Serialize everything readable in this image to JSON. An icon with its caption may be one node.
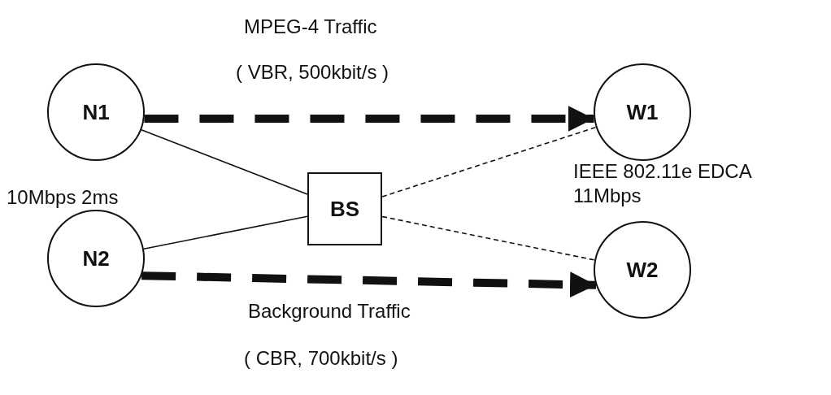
{
  "diagram": {
    "nodes": [
      {
        "text": [
          "N1"
        ]
      },
      {
        "text": [
          "N2"
        ]
      },
      {
        "text": [
          "BS"
        ]
      },
      {
        "text": [
          "W1"
        ]
      },
      {
        "text": [
          "W2"
        ]
      }
    ],
    "edges": [
      {
        "from": 0,
        "to": 2,
        "arrow": "none"
      },
      {
        "from": 1,
        "to": 2,
        "arrow": "none"
      },
      {
        "from": 2,
        "to": 3,
        "arrow": "none",
        "style": "dashed"
      },
      {
        "from": 2,
        "to": 4,
        "arrow": "none",
        "style": "dashed"
      },
      {
        "from": 0,
        "to": 3,
        "arrow": "to",
        "style": "dashed"
      },
      {
        "from": 1,
        "to": 4,
        "arrow": "to",
        "style": "dashed"
      }
    ],
    "labels": [
      "MPEG-4 Traffic",
      "( VBR, 500kbit/s )",
      "10Mbps 2ms",
      "IEEE 802.11e EDCA 11Mbps",
      "Background Traffic",
      "( CBR, 700kbit/s )"
    ]
  }
}
